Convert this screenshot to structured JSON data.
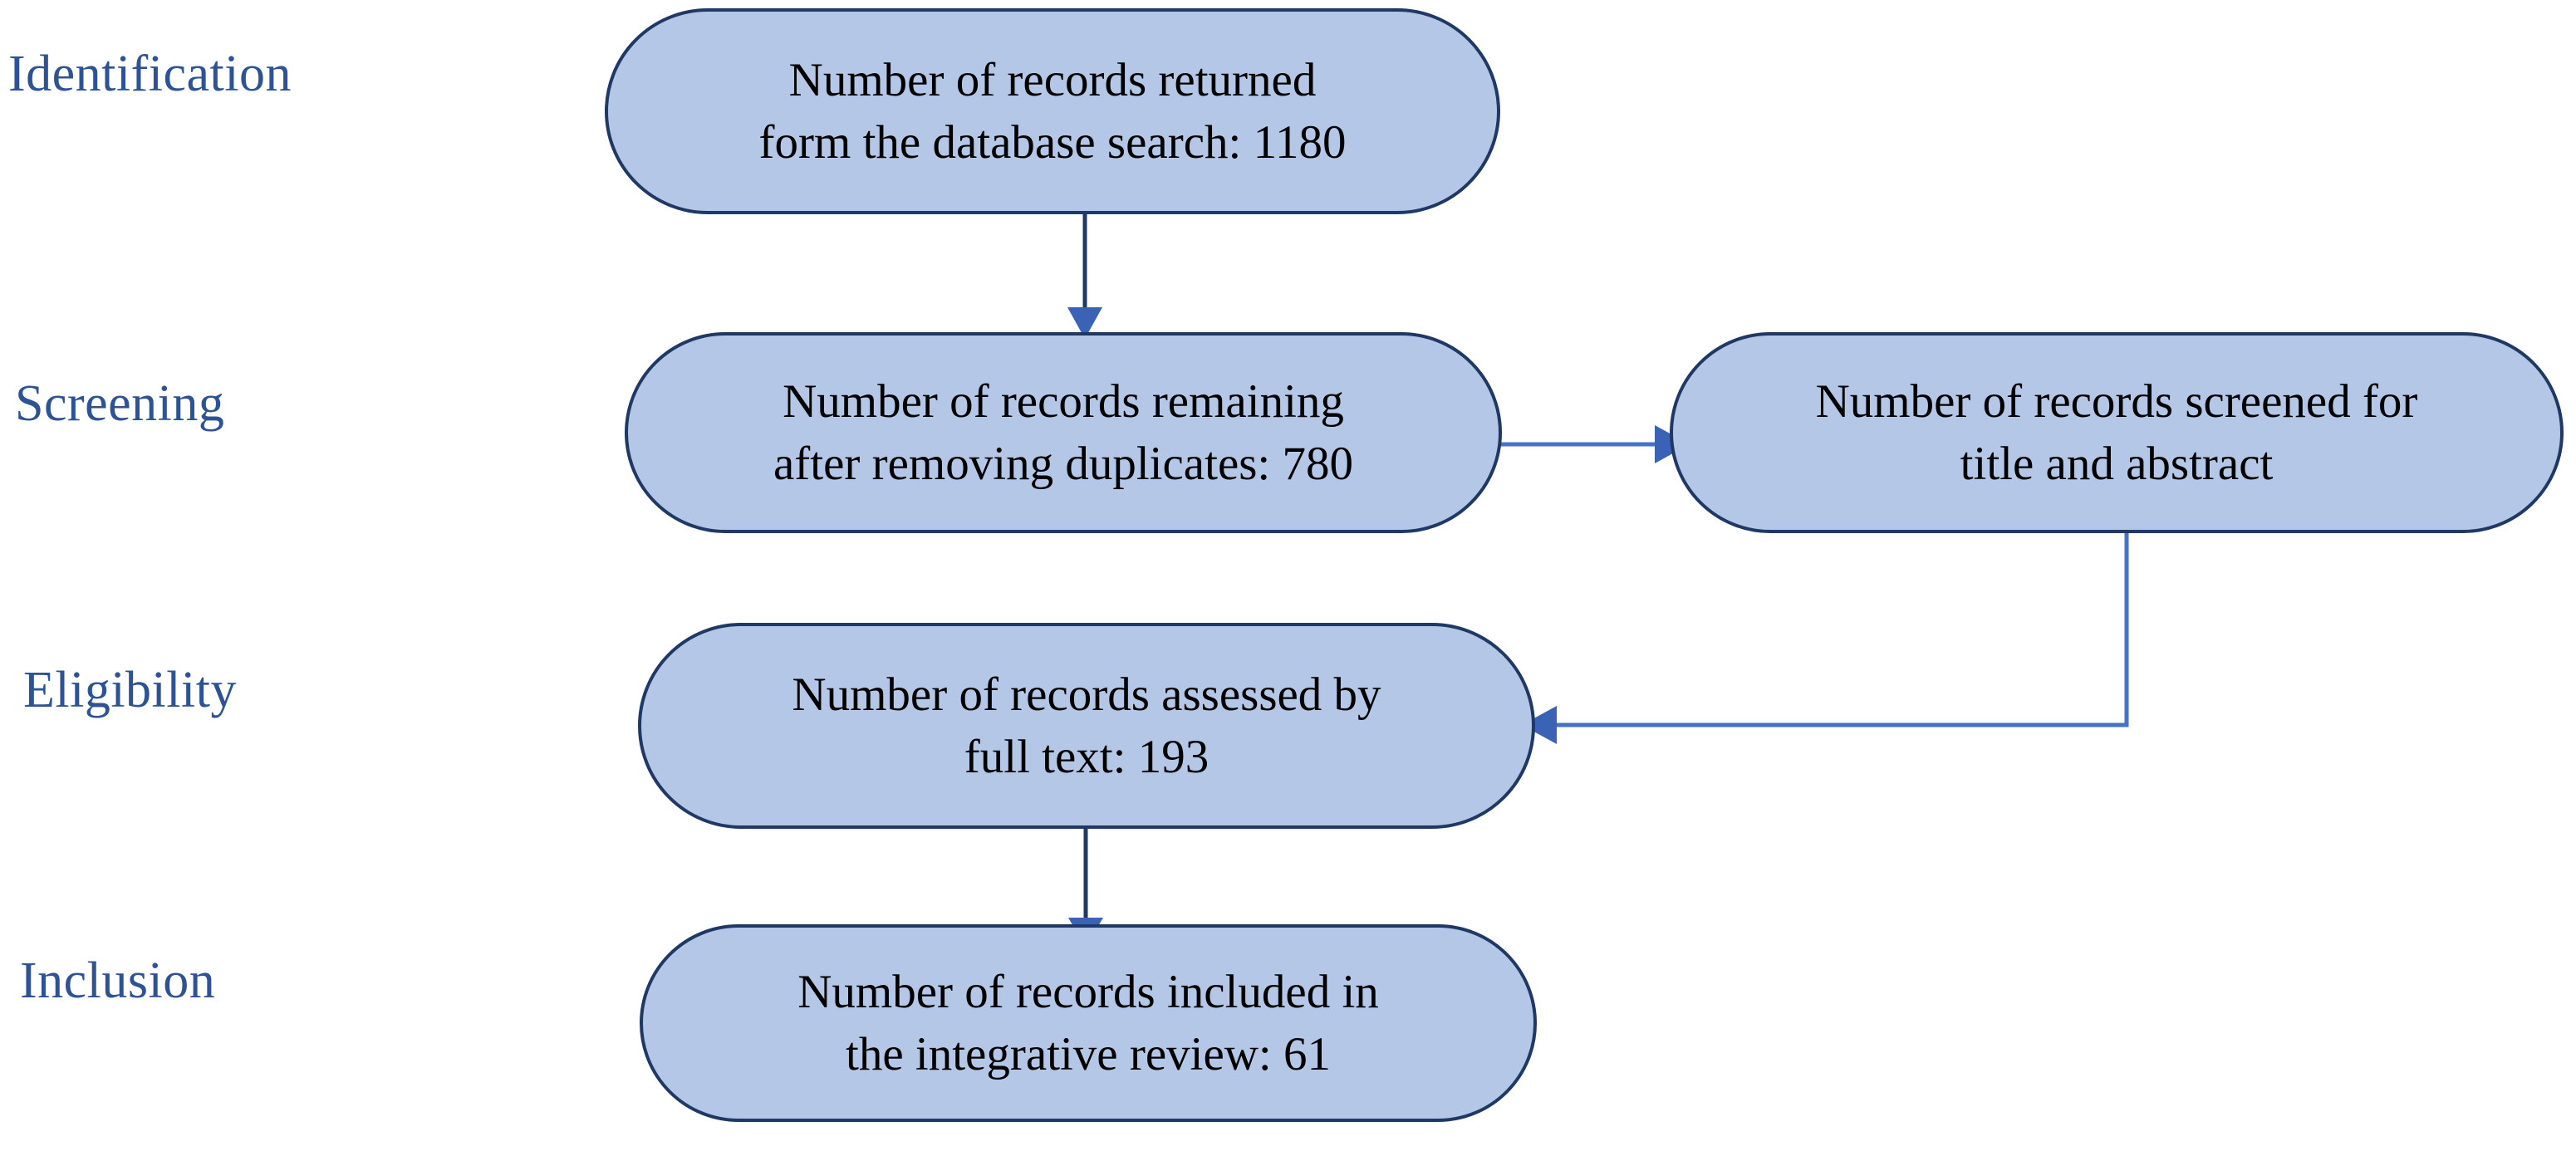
{
  "diagram": {
    "title": "PRISMA study selection flow diagram",
    "background_color": "#FFFFFF",
    "box_fill_color": "#B4C7E7",
    "box_border_color": "#1F3864",
    "stage_label_color": "#2E5394",
    "box_text_color": "#000000",
    "arrow_dark_color": "#1F3864",
    "arrow_light_color": "#4472C4"
  },
  "stages": [
    {
      "id": "identification",
      "label": "Identification"
    },
    {
      "id": "screening",
      "label": "Screening"
    },
    {
      "id": "eligibility",
      "label": "Eligibility"
    },
    {
      "id": "inclusion",
      "label": "Inclusion"
    }
  ],
  "boxes": [
    {
      "id": "records-returned",
      "stage": "Identification",
      "line1": "Number of records returned",
      "line2": "form the database search: 1180",
      "count": 1180
    },
    {
      "id": "records-remaining",
      "stage": "Screening",
      "line1": "Number of records remaining",
      "line2": "after removing  duplicates: 780",
      "count": 780
    },
    {
      "id": "records-screened",
      "stage": "Screening",
      "line1": "Number of records screened for",
      "line2": "title and abstract",
      "count": null
    },
    {
      "id": "records-assessed",
      "stage": "Eligibility",
      "line1": "Number of records assessed by",
      "line2": "full text: 193",
      "count": 193
    },
    {
      "id": "records-included",
      "stage": "Inclusion",
      "line1": "Number of records included in",
      "line2": "the integrative  review: 61",
      "count": 61
    }
  ],
  "connectors": [
    {
      "id": "identification-to-screening",
      "from": "records-returned",
      "to": "records-remaining",
      "type": "vertical-arrow",
      "direction": "down"
    },
    {
      "id": "remaining-to-screened",
      "from": "records-remaining",
      "to": "records-screened",
      "type": "horizontal-arrow",
      "direction": "right"
    },
    {
      "id": "screened-to-assessed",
      "from": "records-screened",
      "to": "records-assessed",
      "type": "elbow-arrow",
      "direction": "down-then-left"
    },
    {
      "id": "assessed-to-included",
      "from": "records-assessed",
      "to": "records-included",
      "type": "vertical-arrow",
      "direction": "down"
    }
  ],
  "chart_data": {
    "type": "diagram",
    "title": "PRISMA flow diagram",
    "categories": [
      "Identification",
      "Screening",
      "Eligibility",
      "Inclusion"
    ],
    "values": [
      1180,
      780,
      193,
      61
    ],
    "labels": [
      "Number of records returned form the database search: 1180",
      "Number of records remaining after removing  duplicates: 780",
      "Number of records screened for title and abstract",
      "Number of records assessed by full text: 193",
      "Number of records included in the integrative  review: 61"
    ]
  }
}
